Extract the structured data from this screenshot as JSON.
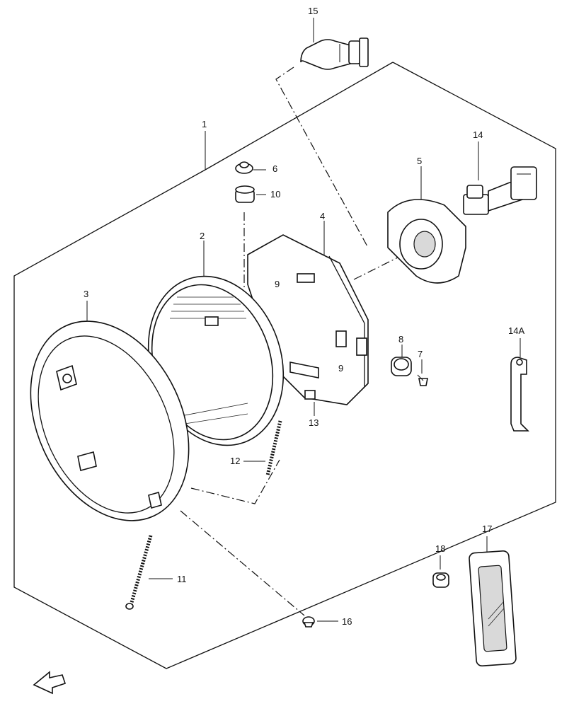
{
  "diagram": {
    "callouts": [
      "15",
      "1",
      "14",
      "6",
      "5",
      "10",
      "4",
      "2",
      "9",
      "3",
      "14A",
      "8",
      "7",
      "9",
      "13",
      "12",
      "11",
      "17",
      "18",
      "16"
    ]
  }
}
